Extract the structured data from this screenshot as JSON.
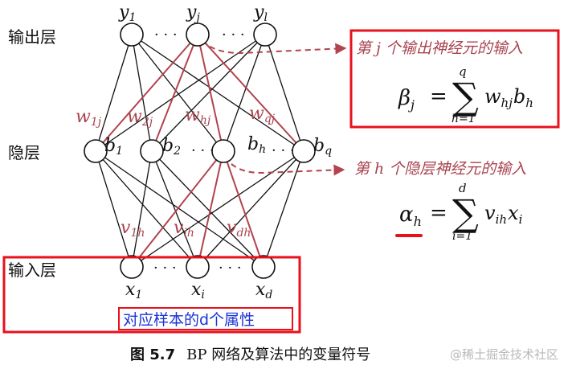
{
  "layers": {
    "output_label": "输出层",
    "hidden_label": "隐层",
    "input_label": "输入层"
  },
  "nodes": {
    "output": [
      {
        "name": "y",
        "sub": "1"
      },
      {
        "name": "y",
        "sub": "j"
      },
      {
        "name": "y",
        "sub": "l"
      }
    ],
    "hidden": [
      {
        "name": "b",
        "sub": "1"
      },
      {
        "name": "b",
        "sub": "2"
      },
      {
        "name": "b",
        "sub": "h"
      },
      {
        "name": "b",
        "sub": "q"
      }
    ],
    "input": [
      {
        "name": "x",
        "sub": "1"
      },
      {
        "name": "x",
        "sub": "i"
      },
      {
        "name": "x",
        "sub": "d"
      }
    ],
    "ellipsis": "· · ·"
  },
  "weights": {
    "output": [
      {
        "name": "w",
        "sub": "1j"
      },
      {
        "name": "w",
        "sub": "2j"
      },
      {
        "name": "w",
        "sub": "hj"
      },
      {
        "name": "w",
        "sub": "qj"
      }
    ],
    "hidden": [
      {
        "name": "v",
        "sub": "1h"
      },
      {
        "name": "v",
        "sub": "ih"
      },
      {
        "name": "v",
        "sub": "dh"
      }
    ]
  },
  "annotations": {
    "output_input": {
      "pre": "第",
      "var": "j",
      "post": "个输出神经元的输入",
      "lhs": "β",
      "lhs_sub": "j",
      "sum_top": "q",
      "sum_bottom": "h=1",
      "rhs_w": "w",
      "rhs_w_sub": "hj",
      "rhs_b": "b",
      "rhs_b_sub": "h"
    },
    "hidden_input": {
      "pre": "第",
      "var": "h",
      "post": "个隐层神经元的输入",
      "lhs": "α",
      "lhs_sub": "h",
      "sum_top": "d",
      "sum_bottom": "i=1",
      "rhs_v": "v",
      "rhs_v_sub": "ih",
      "rhs_x": "x",
      "rhs_x_sub": "i"
    },
    "input_note": "对应样本的d个属性"
  },
  "caption": {
    "figure": "图 5.7",
    "text": "BP 网络及算法中的变量符号"
  },
  "watermark": "@稀土掘金技术社区",
  "colors": {
    "edge": "#111111",
    "highlight": "#b2434f",
    "arrow": "#b2434f",
    "box": "#e8111c",
    "note_text": "#1a33d6"
  }
}
